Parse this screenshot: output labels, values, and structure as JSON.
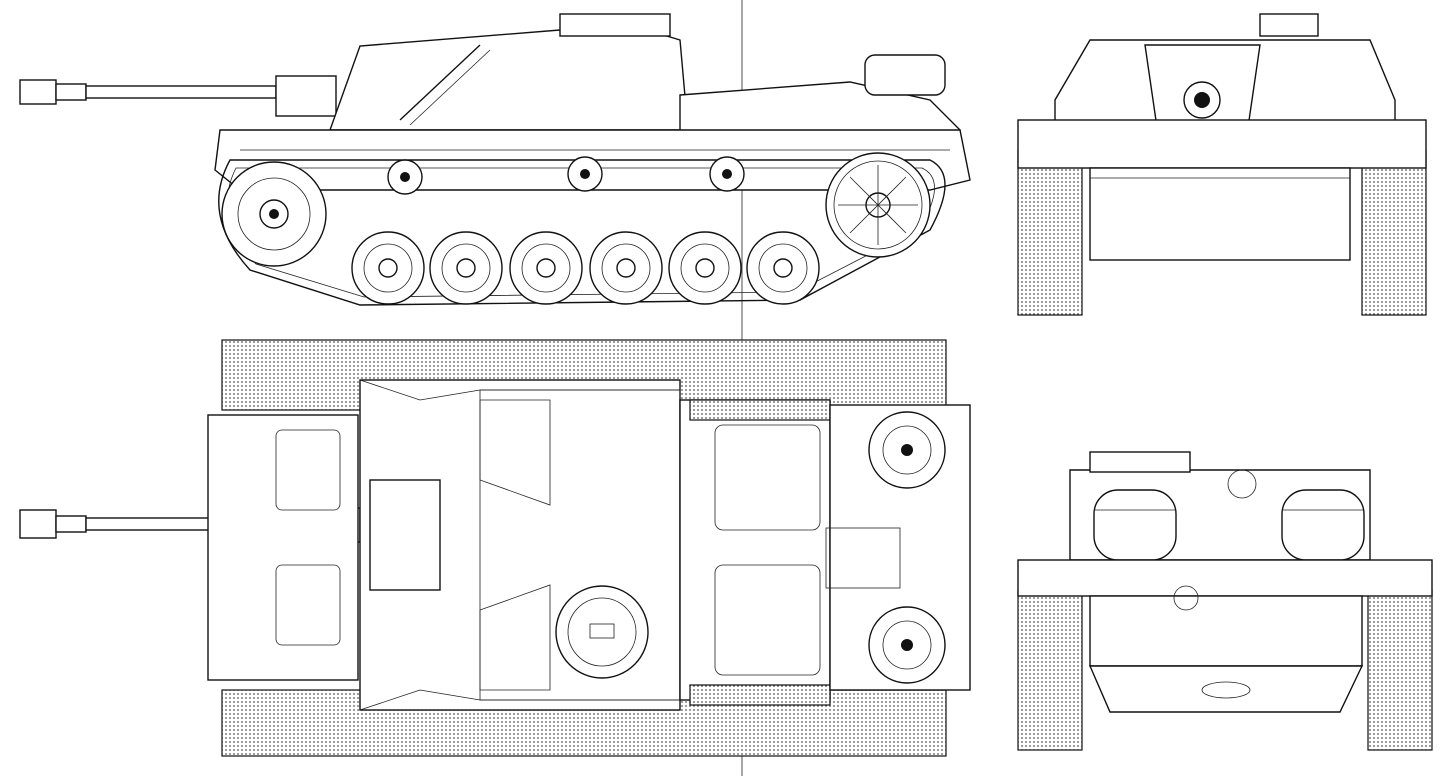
{
  "drawing": {
    "subject": "tank-destroyer-blueprint",
    "views": [
      "side",
      "top",
      "front",
      "rear"
    ],
    "style": {
      "line_color": "#111111",
      "background": "#ffffff",
      "hatch_color": "#555555"
    },
    "road_wheels_per_side": 6,
    "return_rollers_per_side": 3
  }
}
